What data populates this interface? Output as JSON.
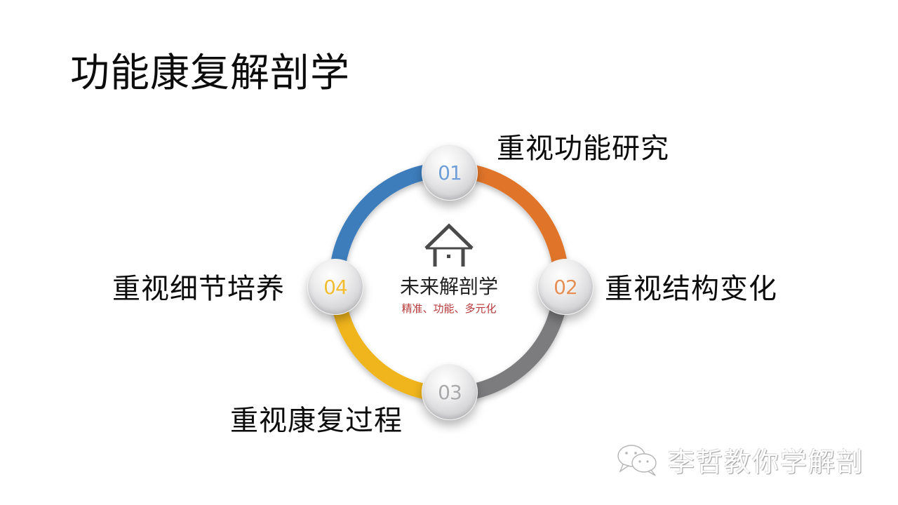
{
  "slide": {
    "title": "功能康复解剖学"
  },
  "center": {
    "icon": "house-icon",
    "title": "未来解剖学",
    "subtitle": "精准、功能、多元化",
    "subtitle_color": "#b73a3a"
  },
  "cycle": {
    "segments": [
      {
        "from": "04",
        "to": "01",
        "color": "#3e7dbb"
      },
      {
        "from": "01",
        "to": "02",
        "color": "#e0752b"
      },
      {
        "from": "02",
        "to": "03",
        "color": "#7b7b7e"
      },
      {
        "from": "03",
        "to": "04",
        "color": "#f0b51a"
      }
    ],
    "nodes": [
      {
        "number": "01",
        "color": "#6f9ed6",
        "label": "重视功能研究",
        "position": "top"
      },
      {
        "number": "02",
        "color": "#e58f55",
        "label": "重视结构变化",
        "position": "right"
      },
      {
        "number": "03",
        "color": "#a9a9ab",
        "label": "重视康复过程",
        "position": "bottom"
      },
      {
        "number": "04",
        "color": "#f2bd33",
        "label": "重视细节培养",
        "position": "left"
      }
    ]
  },
  "watermark": {
    "icon": "wechat-icon",
    "text": "李哲教你学解剖"
  }
}
